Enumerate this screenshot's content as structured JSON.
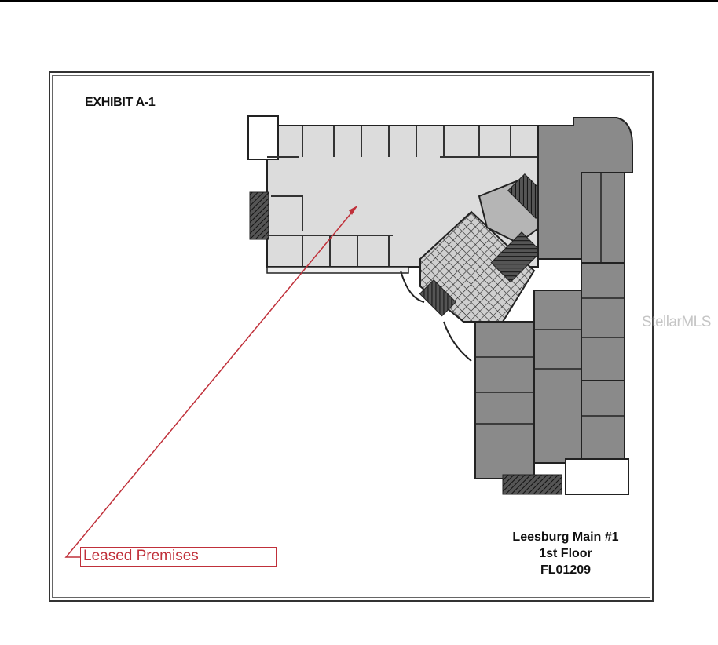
{
  "exhibit": {
    "title": "EXHIBIT A-1"
  },
  "plan": {
    "callout_label": "Leased Premises",
    "building_name": "Leesburg Main #1",
    "floor": "1st Floor",
    "code": "FL01209"
  },
  "watermark": {
    "text": "StellarMLS"
  },
  "colors": {
    "callout": "#c0303a",
    "leased_fill": "#dcdcdc",
    "other_fill": "#8a8a8a",
    "core_fill": "#b5b5b5"
  }
}
